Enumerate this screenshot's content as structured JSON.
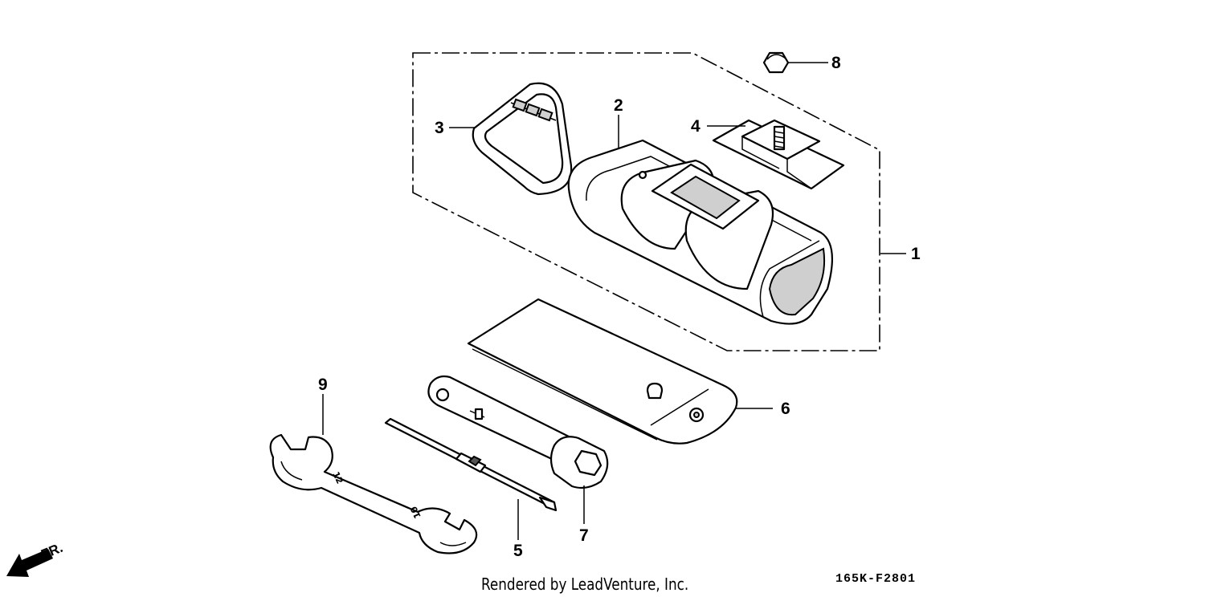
{
  "callouts": [
    "1",
    "2",
    "3",
    "4",
    "5",
    "6",
    "7",
    "8",
    "9"
  ],
  "wrench_sizes": {
    "large": "12",
    "small": "10"
  },
  "direction_label": "FR.",
  "footer_credit": "Rendered by LeadVenture, Inc.",
  "diagram_code": "165K-F2801"
}
